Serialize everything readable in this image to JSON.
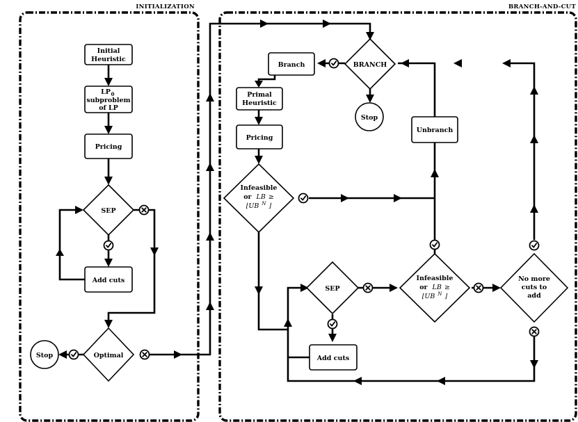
{
  "headers": {
    "initialization": "INITIALIZATION",
    "branch_and_cut": "BRANCH-AND-CUT"
  },
  "init": {
    "initial_heuristic": [
      "Initial",
      "Heuristic"
    ],
    "lp0": [
      "LP",
      "0",
      "subproblem",
      "of LP"
    ],
    "pricing": "Pricing",
    "sep": "SEP",
    "add_cuts": "Add cuts",
    "optimal": "Optimal",
    "stop": "Stop"
  },
  "bc": {
    "branch_diamond": "BRANCH",
    "branch_box": "Branch",
    "stop": "Stop",
    "primal_heuristic": [
      "Primal",
      "Heuristic"
    ],
    "pricing": "Pricing",
    "unbranch": "Unbranch",
    "infeasible1": [
      "Infeasible",
      "or",
      "LB",
      " ≥",
      "⌊UB",
      "N",
      "⌋"
    ],
    "sep": "SEP",
    "add_cuts": "Add cuts",
    "infeasible2": [
      "Infeasible",
      "or",
      "LB",
      " ≥",
      "⌊UB",
      "N",
      "⌋"
    ],
    "no_more_cuts": [
      "No more",
      "cuts to",
      "add"
    ]
  }
}
